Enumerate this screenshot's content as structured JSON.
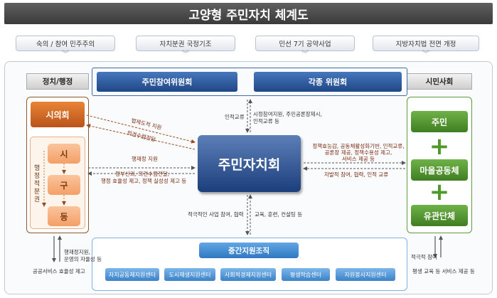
{
  "title": "고양형 주민자치 체계도",
  "top_pills": [
    "숙의 / 참여 민주주의",
    "자치분권 국정기조",
    "민선 7기 공약사업",
    "지방자치법 전면 개정"
  ],
  "left_head": "정치/행정",
  "right_head": "시민사회",
  "committees": [
    "주민참여위원회",
    "각종 위원회"
  ],
  "council": "시의회",
  "admin_units": [
    "시",
    "구",
    "동"
  ],
  "admin_side_text": "행정적분권",
  "center": "주민자치회",
  "citizen": {
    "top": "주민",
    "middle": "마을공동체",
    "bottom": "유관단체"
  },
  "intermediary": {
    "title": "중간지원조직",
    "items": [
      "자치공동체지원센터",
      "도시재생지원센터",
      "사회적경제지원센터",
      "평생학습센터",
      "자원봉사지원센터"
    ]
  },
  "labels": {
    "institutional_support": "법제도적 지원",
    "delegation": "의견수렴전달",
    "admin_support": "행재정 지원",
    "policy_trust": "정부신뢰, 의견수렴전달,",
    "admin_efficiency": "행정 효율성 제고, 정책 실성성 제고 등",
    "personnel_exchange": "인적교류",
    "policy_suggest_1": "시정참여지원, 주민공론장제시,",
    "policy_suggest_2": "인적교류 등",
    "right_upper_1": "정책효능감, 공동체활성화기반, 인적교류,",
    "right_upper_2": "공론장 제공, 정책수용성 제고,",
    "right_upper_3": "서비스 제공 등",
    "right_lower": "자발적 참여, 협력, 인적 교류",
    "bottom_left": "적극적인 사업 참여, 협력",
    "bottom_mid": "교육, 훈련, 컨설팅 등",
    "far_left_1": "행재정지원,",
    "far_left_2": "운영의 자율성 등",
    "far_left_3": "공공서비스 효율성 제고",
    "far_right_1": "적극적 참여",
    "far_right_2": "평생 교육 등 서비스 제공 등"
  },
  "colors": {
    "title_bg": "#4a4a4a",
    "navy": "#1f4785",
    "orange": "#c4601f",
    "green": "#4c8a2c",
    "light_blue": "#3c82c8"
  }
}
